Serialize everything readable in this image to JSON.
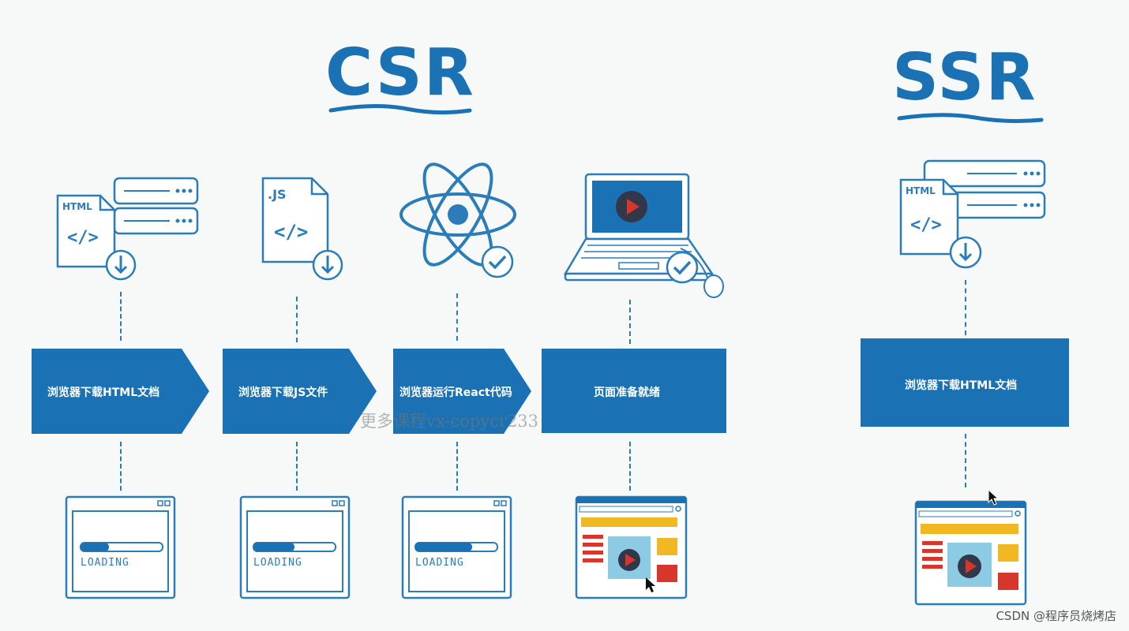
{
  "csr": {
    "title": "CSR",
    "steps": [
      {
        "label": "浏览器下载HTML文档"
      },
      {
        "label": "浏览器下载JS文件"
      },
      {
        "label": "浏览器运行React代码"
      },
      {
        "label": "页面准备就绪"
      }
    ],
    "loading_label": "LOADING"
  },
  "ssr": {
    "title": "SSR",
    "steps": [
      {
        "label": "浏览器下载HTML文档"
      }
    ]
  },
  "icons": {
    "html_doc": "HTML",
    "js_doc": ".JS",
    "code_tag": "</>"
  },
  "watermark": "更多课程vx-copycr233",
  "footer": "CSDN @程序员烧烤店",
  "colors": {
    "primary": "#1a72b4",
    "red": "#d7362a",
    "yellow": "#f0b823",
    "light_blue": "#8ccbe3"
  }
}
